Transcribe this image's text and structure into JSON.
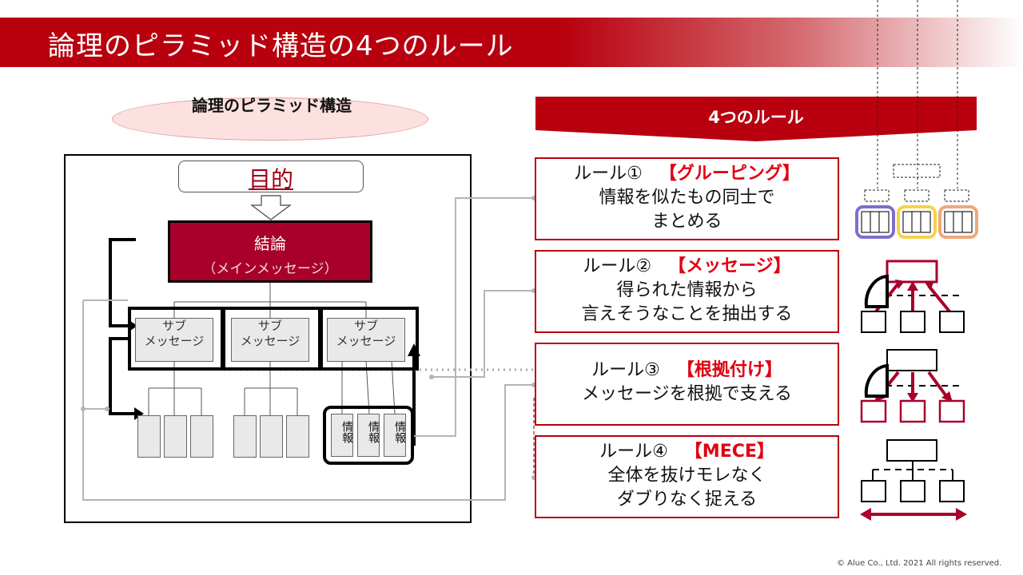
{
  "slide": {
    "title": "論理のピラミッド構造の4つのルール",
    "copyright": "© Alue Co., Ltd.   2021   All rights reserved."
  },
  "pyramid": {
    "title": "論理のピラミッド構造",
    "purpose": "目的",
    "conclusion": "結論",
    "conclusion_sub": "（メインメッセージ）",
    "sub_message": "サブ\nメッセージ",
    "info_label": "情報"
  },
  "rules": {
    "banner": "4つのルール",
    "items": [
      {
        "label": "ルール①",
        "tag": "【グルーピング】",
        "line1": "情報を似たもの同士で",
        "line2": "まとめる"
      },
      {
        "label": "ルール②",
        "tag": "【メッセージ】",
        "line1": "得られた情報から",
        "line2": "言えそうなことを抽出する"
      },
      {
        "label": "ルール③",
        "tag": "【根拠付け】",
        "line1": "メッセージを根拠で支える",
        "line2": ""
      },
      {
        "label": "ルール④",
        "tag": "【MECE】",
        "line1": "全体を抜けモレなく",
        "line2": "ダブりなく捉える"
      }
    ]
  },
  "colors": {
    "brand_red": "#b8000e",
    "dark_red": "#a8002a",
    "group_purple": "#7b6fd0",
    "group_yellow": "#f5d24a",
    "group_orange": "#f0a878"
  }
}
